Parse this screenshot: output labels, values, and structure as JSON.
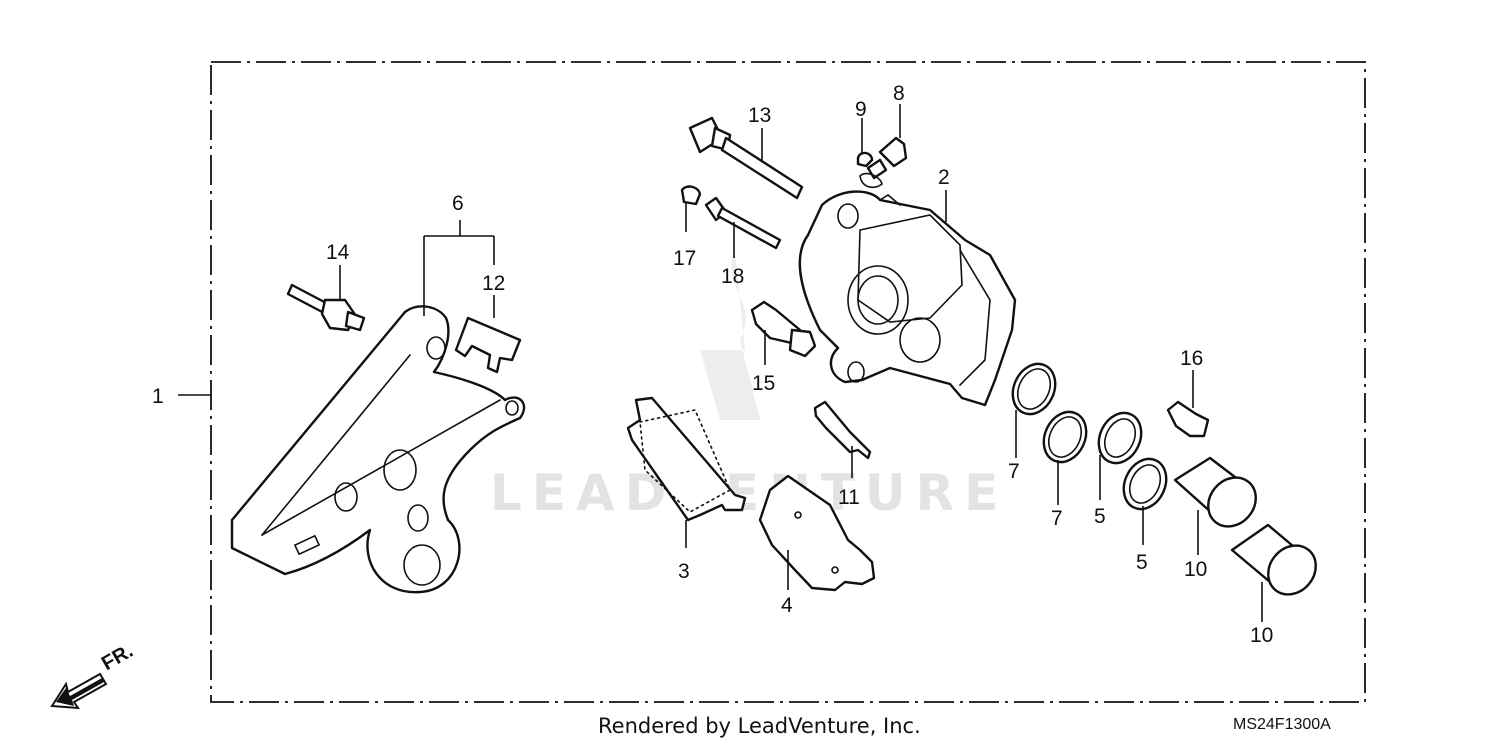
{
  "watermark": {
    "text": "LEADVENTURE"
  },
  "footer": {
    "rendered_by": "Rendered by LeadVenture, Inc.",
    "diagram_code": "MS24F1300A"
  },
  "direction_indicator": {
    "label": "FR."
  },
  "callouts": {
    "c1": "1",
    "c2": "2",
    "c3": "3",
    "c4": "4",
    "c5a": "5",
    "c5b": "5",
    "c6": "6",
    "c7a": "7",
    "c7b": "7",
    "c8": "8",
    "c9": "9",
    "c10a": "10",
    "c10b": "10",
    "c11": "11",
    "c12": "12",
    "c13": "13",
    "c14": "14",
    "c15": "15",
    "c16": "16",
    "c17": "17",
    "c18": "18"
  }
}
